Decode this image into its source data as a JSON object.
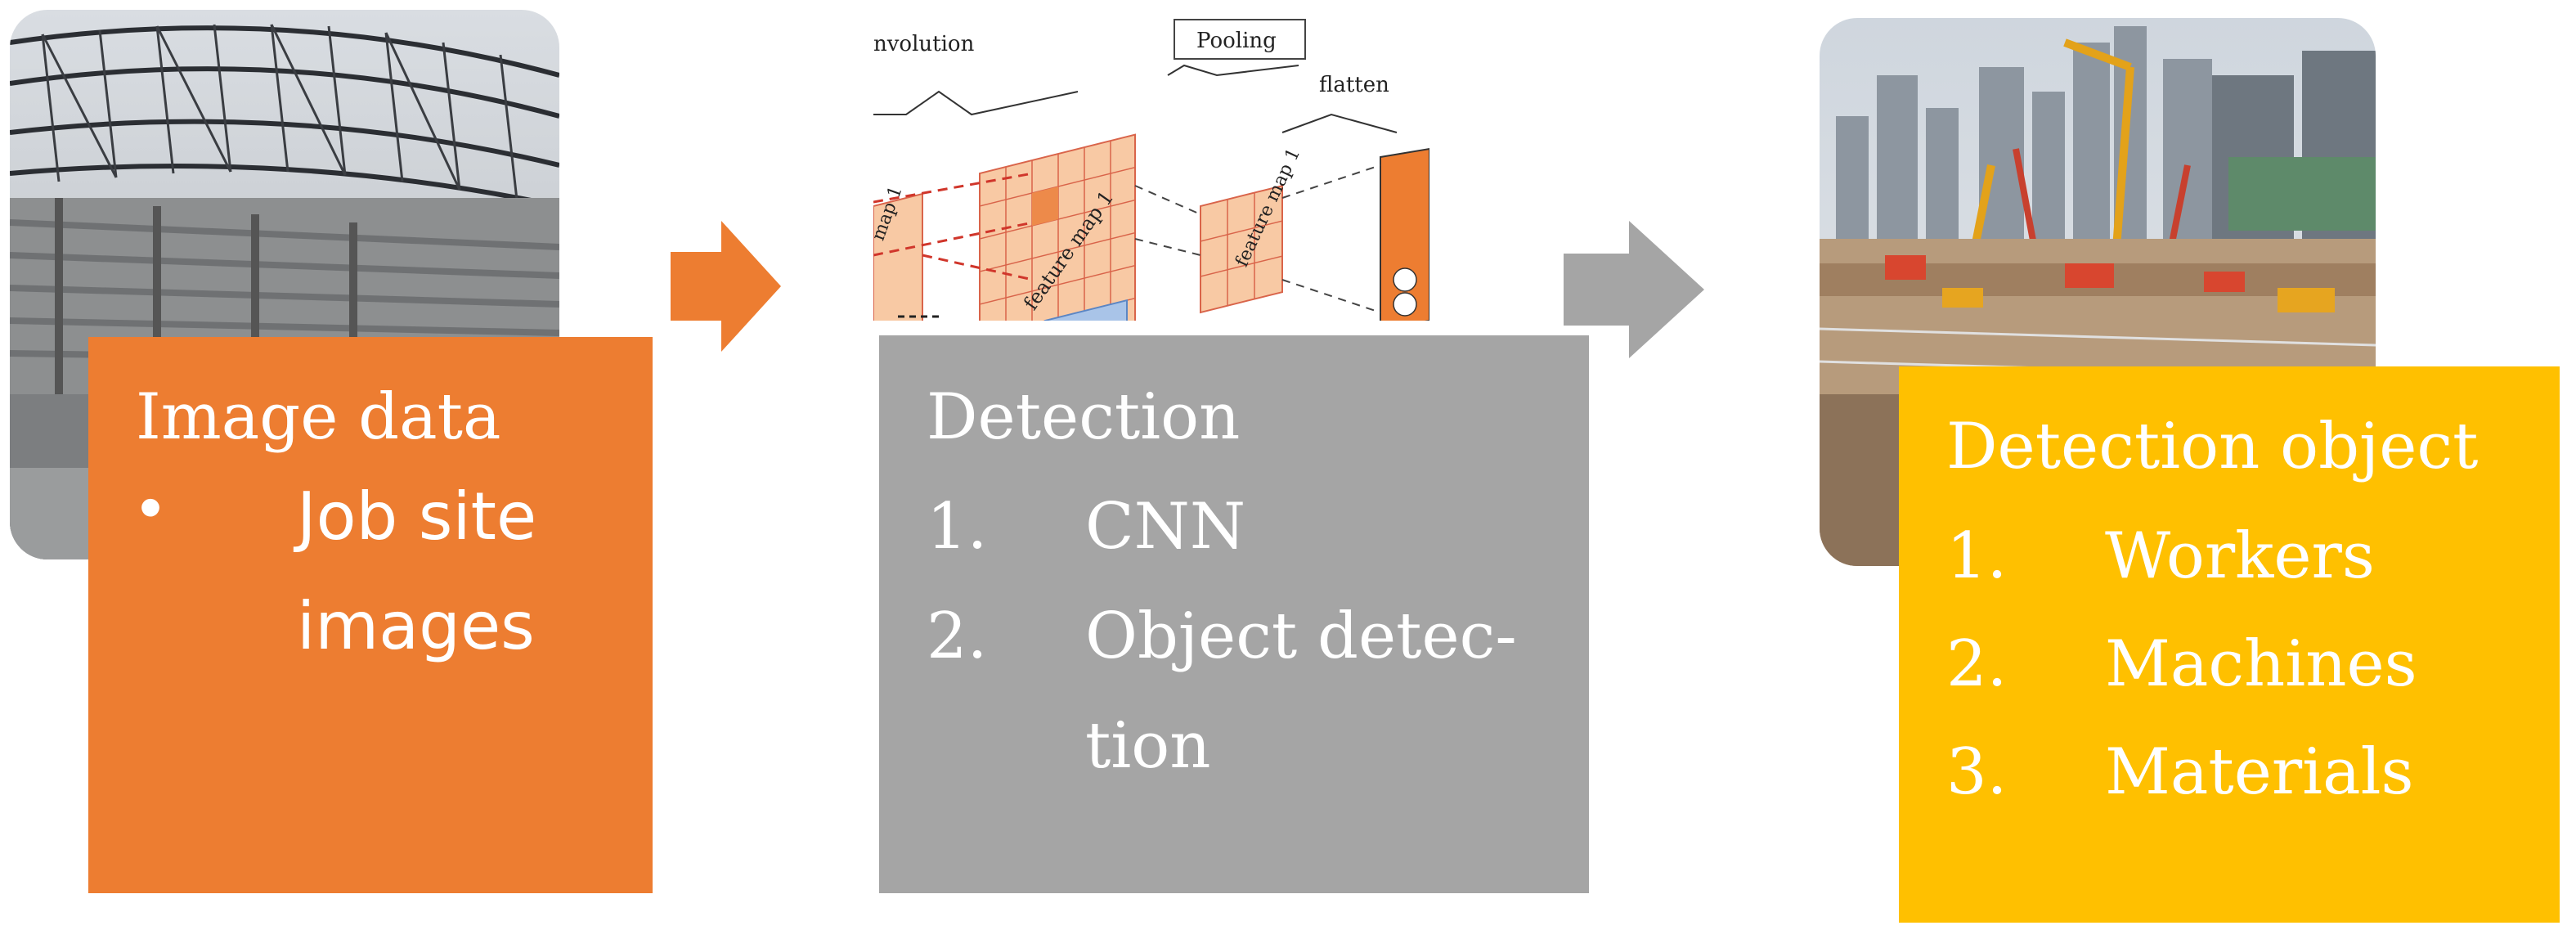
{
  "stages": [
    {
      "title": "Image data",
      "bullet": "•",
      "bullet_lines": [
        "Job site",
        "images"
      ],
      "color": "#ED7D31",
      "photo_icon": "stadium-construction-photo"
    },
    {
      "title": "Detection",
      "items": [
        {
          "num": "1.",
          "lines": [
            "CNN"
          ]
        },
        {
          "num": "2.",
          "lines": [
            "Object detec-",
            "tion"
          ]
        }
      ],
      "color": "#A5A5A5",
      "illustration_labels": {
        "convolution": "nvolution",
        "pooling": "Pooling",
        "flatten": "flatten",
        "feature_map_a": "map 1",
        "feature_map_b": "feature map 1",
        "feature_map_c": "feature map 1"
      }
    },
    {
      "title": "Detection object",
      "items": [
        {
          "num": "1.",
          "lines": [
            "Workers"
          ]
        },
        {
          "num": "2.",
          "lines": [
            "Machines"
          ]
        },
        {
          "num": "3.",
          "lines": [
            "Materials"
          ]
        }
      ],
      "color": "#FFC000",
      "photo_icon": "construction-site-photo"
    }
  ],
  "arrows": [
    {
      "color": "#ED7D31",
      "icon": "right-arrow-icon"
    },
    {
      "color": "#A5A5A5",
      "icon": "right-arrow-icon"
    }
  ]
}
